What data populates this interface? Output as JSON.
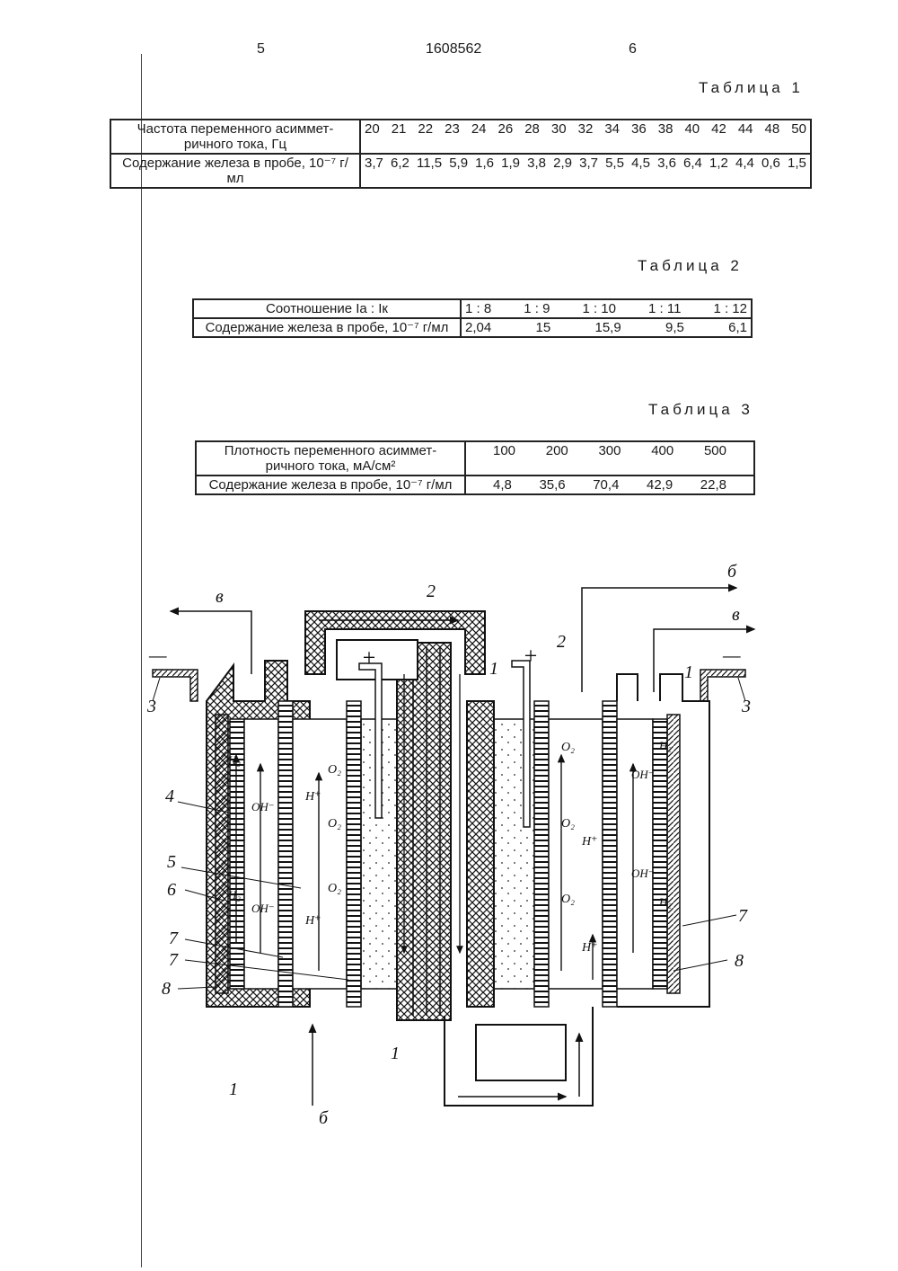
{
  "header": {
    "page_left": "5",
    "patent_number": "1608562",
    "page_right": "6"
  },
  "table1": {
    "caption": "Таблица 1",
    "row1_label": "Частота переменного асиммет-ричного тока, Гц",
    "row1_values": [
      "20",
      "21",
      "22",
      "23",
      "24",
      "26",
      "28",
      "30",
      "32",
      "34",
      "36",
      "38",
      "40",
      "42",
      "44",
      "48",
      "50"
    ],
    "row2_label": "Содержание железа в пробе, 10⁻⁷ г/мл",
    "row2_values": [
      "3,7",
      "6,2",
      "11,5",
      "5,9",
      "1,6",
      "1,9",
      "3,8",
      "2,9",
      "3,7",
      "5,5",
      "4,5",
      "3,6",
      "6,4",
      "1,2",
      "4,4",
      "0,6",
      "1,5"
    ]
  },
  "table2": {
    "caption": "Таблица 2",
    "row1_label": "Соотношение Iа : Iк",
    "row1_values": [
      "1 : 8",
      "1 : 9",
      "1 : 10",
      "1 : 11",
      "1 : 12"
    ],
    "row2_label": "Содержание железа в пробе, 10⁻⁷ г/мл",
    "row2_values": [
      "2,04",
      "15",
      "15,9",
      "9,5",
      "6,1"
    ]
  },
  "table3": {
    "caption": "Таблица 3",
    "row1_label": "Плотность переменного асиммет-ричного тока, мА/см²",
    "row1_values": [
      "100",
      "200",
      "300",
      "400",
      "500"
    ],
    "row2_label": "Содержание железа в пробе, 10⁻⁷ г/мл",
    "row2_values": [
      "4,8",
      "35,6",
      "70,4",
      "42,9",
      "22,8"
    ]
  },
  "figure": {
    "labels": {
      "v_top_left": "в",
      "b_top_right": "б",
      "v_top_right": "в",
      "b_bottom": "б",
      "n1": "1",
      "n2": "2",
      "n3": "3",
      "n4": "4",
      "n5": "5",
      "n6": "6",
      "n7": "7",
      "n8": "8",
      "plus": "+",
      "minus": "—",
      "h2": "H₂",
      "oh": "OH⁻",
      "hplus": "H⁺",
      "o2": "O₂"
    }
  }
}
